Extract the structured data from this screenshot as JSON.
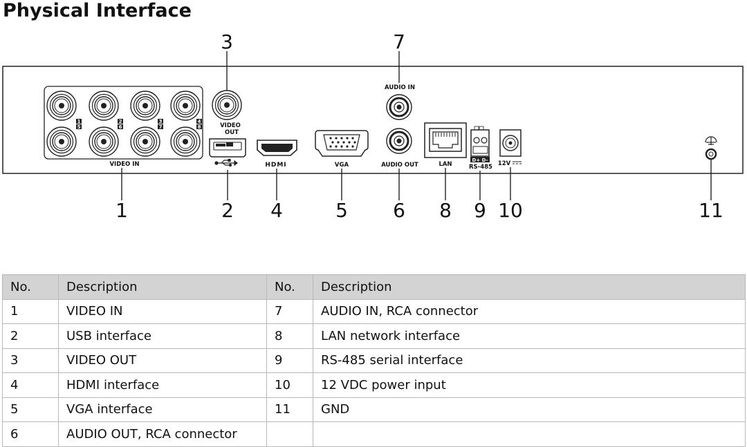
{
  "title": "Physical Interface",
  "panel_labels": {
    "video_in": "VIDEO IN",
    "video_out_1": "VIDEO",
    "video_out_2": "OUT",
    "hdmi": "HDMI",
    "vga": "VGA",
    "audio_in": "AUDIO IN",
    "audio_out": "AUDIO OUT",
    "lan": "LAN",
    "rs485": "RS-485",
    "rs485_pins": "D+ D-",
    "power": "12V",
    "bnc_channels": [
      {
        "top": "1",
        "bottom": "5"
      },
      {
        "top": "2",
        "bottom": "6"
      },
      {
        "top": "3",
        "bottom": "7"
      },
      {
        "top": "4",
        "bottom": "8"
      }
    ]
  },
  "callouts": [
    "1",
    "2",
    "3",
    "4",
    "5",
    "6",
    "7",
    "8",
    "9",
    "10",
    "11"
  ],
  "table": {
    "headers": [
      "No.",
      "Description",
      "No.",
      "Description"
    ],
    "rows": [
      [
        "1",
        "VIDEO IN",
        "7",
        "AUDIO IN, RCA connector"
      ],
      [
        "2",
        "USB interface",
        "8",
        "LAN network interface"
      ],
      [
        "3",
        "VIDEO OUT",
        "9",
        "RS-485 serial interface"
      ],
      [
        "4",
        "HDMI interface",
        "10",
        "12 VDC power input"
      ],
      [
        "5",
        "VGA interface",
        "11",
        "GND"
      ],
      [
        "6",
        "AUDIO OUT, RCA connector",
        "",
        ""
      ]
    ]
  }
}
